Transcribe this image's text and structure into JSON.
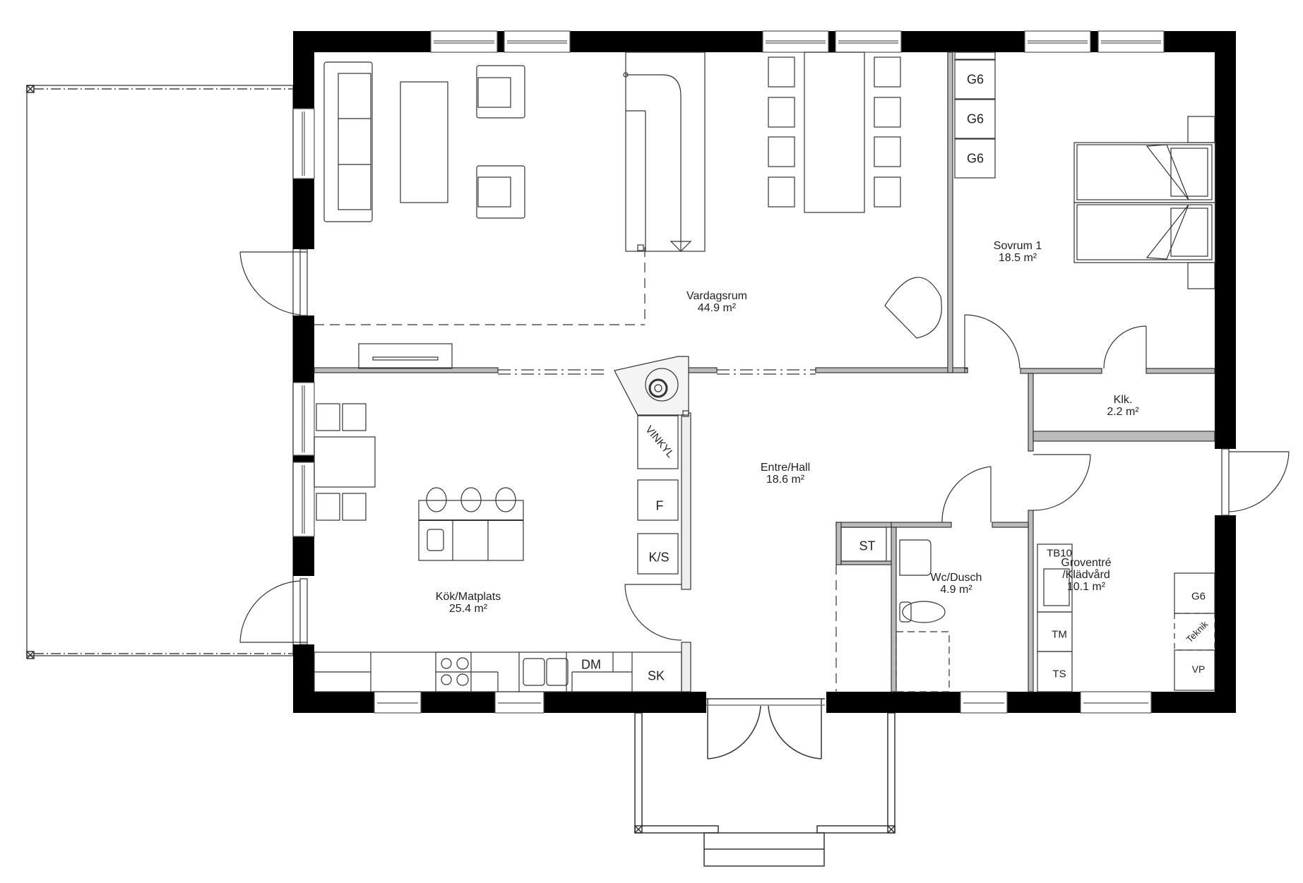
{
  "plan": {
    "rooms": [
      {
        "name": "Vardagsrum",
        "area": "44.9 m²"
      },
      {
        "name": "Sovrum 1",
        "area": "18.5 m²"
      },
      {
        "name": "Klk.",
        "area": "2.2 m²"
      },
      {
        "name": "Entre/Hall",
        "area": "18.6 m²"
      },
      {
        "name": "Kök/Matplats",
        "area": "25.4 m²"
      },
      {
        "name": "Wc/Dusch",
        "area": "4.9 m²"
      },
      {
        "name": "Groventré",
        "name2": "/Klädvård",
        "area": "10.1 m²"
      }
    ],
    "fixtures": {
      "bedroom_wardrobes": [
        "G6",
        "G6",
        "G6"
      ],
      "kitchen_column": [
        "VINKYL",
        "F",
        "K/S"
      ],
      "kitchen_counter": [
        "DM",
        "SK"
      ],
      "hall_closet": "ST",
      "laundry_column": [
        "TB10",
        "TM",
        "TS"
      ],
      "groventre_wardrobe": "G6",
      "technical": "Teknik",
      "heat_pump": "VP"
    },
    "colors": {
      "wall": "#000000",
      "line": "#333333",
      "background": "#ffffff"
    }
  }
}
